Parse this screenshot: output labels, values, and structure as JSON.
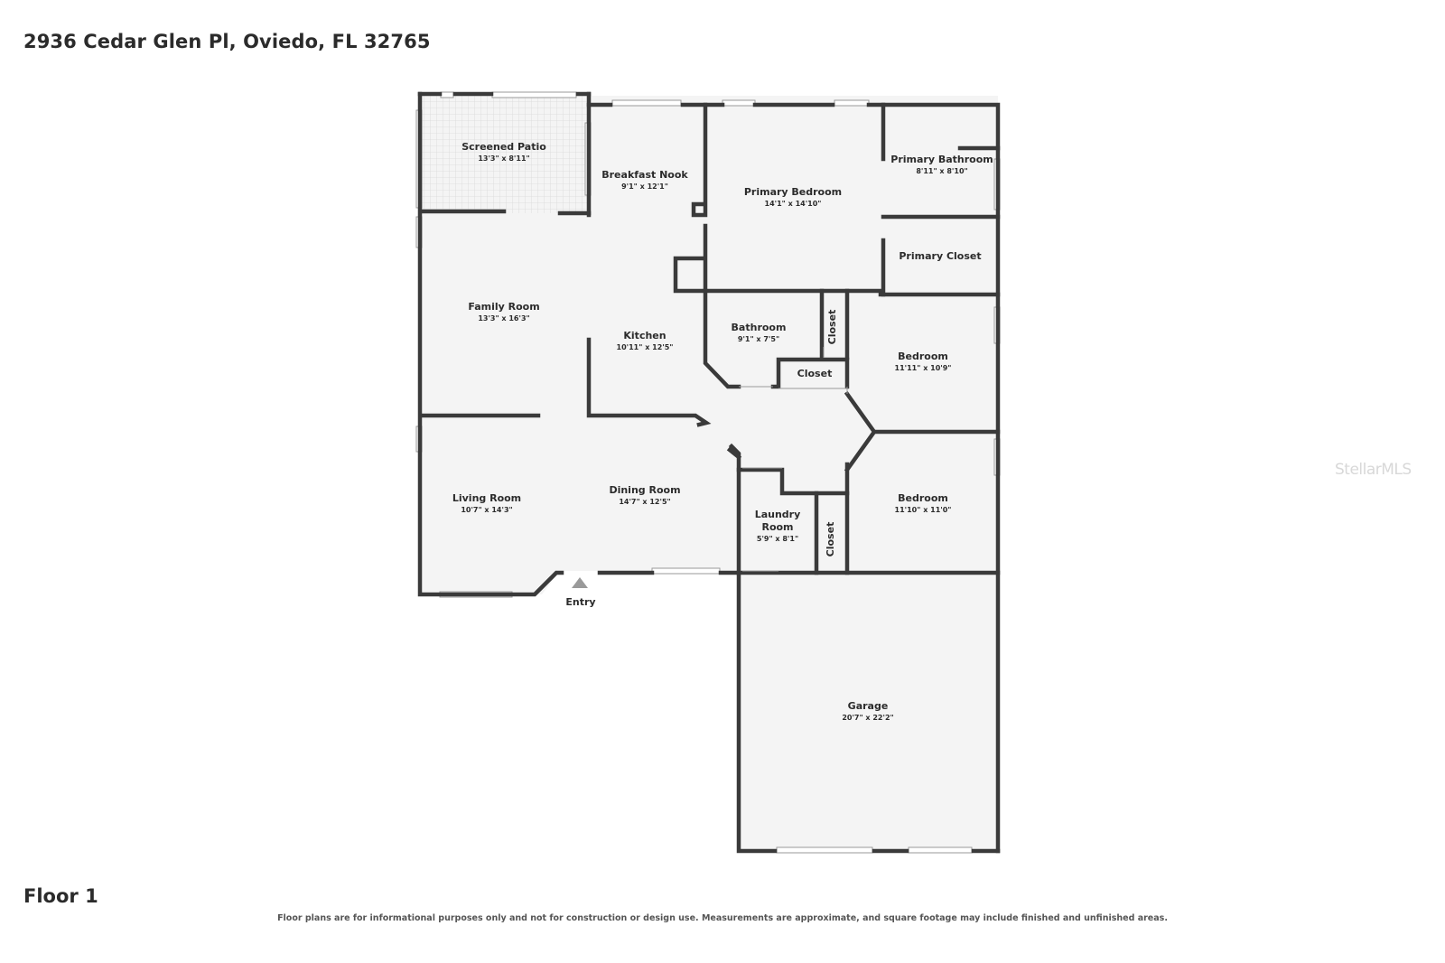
{
  "header": {
    "address": "2936 Cedar Glen Pl, Oviedo, FL 32765"
  },
  "footer": {
    "floor_label": "Floor 1",
    "disclaimer": "Floor plans are for informational purposes only and not for construction or design use. Measurements are approximate, and square footage may include finished and unfinished areas."
  },
  "watermark": "StellarMLS",
  "rooms": {
    "screened_patio": {
      "name": "Screened Patio",
      "dims": "13'3\" x 8'11\""
    },
    "breakfast_nook": {
      "name": "Breakfast Nook",
      "dims": "9'1\" x 12'1\""
    },
    "primary_bedroom": {
      "name": "Primary Bedroom",
      "dims": "14'1\" x 14'10\""
    },
    "primary_bathroom": {
      "name": "Primary Bathroom",
      "dims": "8'11\" x 8'10\""
    },
    "primary_closet": {
      "name": "Primary Closet"
    },
    "family_room": {
      "name": "Family Room",
      "dims": "13'3\" x 16'3\""
    },
    "kitchen": {
      "name": "Kitchen",
      "dims": "10'11\" x 12'5\""
    },
    "bathroom": {
      "name": "Bathroom",
      "dims": "9'1\" x 7'5\""
    },
    "closet_vertical_1": {
      "name": "Closet"
    },
    "closet_horizontal": {
      "name": "Closet"
    },
    "bedroom_1": {
      "name": "Bedroom",
      "dims": "11'11\" x 10'9\""
    },
    "living_room": {
      "name": "Living Room",
      "dims": "10'7\" x 14'3\""
    },
    "dining_room": {
      "name": "Dining Room",
      "dims": "14'7\" x 12'5\""
    },
    "laundry_room": {
      "name_line1": "Laundry",
      "name_line2": "Room",
      "dims": "5'9\" x 8'1\""
    },
    "closet_vertical_2": {
      "name": "Closet"
    },
    "bedroom_2": {
      "name": "Bedroom",
      "dims": "11'10\" x 11'0\""
    },
    "garage": {
      "name": "Garage",
      "dims": "20'7\" x 22'2\""
    }
  },
  "entry_label": "Entry"
}
